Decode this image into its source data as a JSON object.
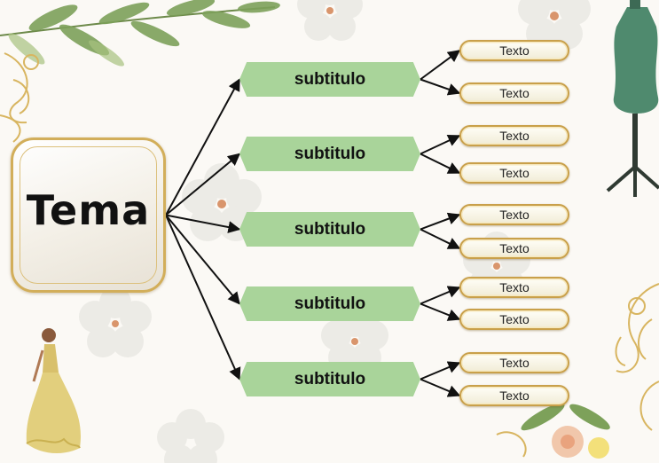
{
  "theme": {
    "label": "Tema"
  },
  "branches": [
    {
      "subtitle": "subtitulo",
      "texts": [
        "Texto",
        "Texto"
      ]
    },
    {
      "subtitle": "subtitulo",
      "texts": [
        "Texto",
        "Texto"
      ]
    },
    {
      "subtitle": "subtitulo",
      "texts": [
        "Texto",
        "Texto"
      ]
    },
    {
      "subtitle": "subtitulo",
      "texts": [
        "Texto",
        "Texto"
      ]
    },
    {
      "subtitle": "subtitulo",
      "texts": [
        "Texto",
        "Texto"
      ]
    }
  ],
  "colors": {
    "subtitle_fill": "#a9d49a",
    "gold_border": "#c9a04a",
    "arrow": "#111111",
    "mannequin": "#4f8a6e"
  },
  "decorations": [
    "leaf-branch",
    "gold-swirl",
    "daisy-flower",
    "dress-mannequin",
    "fashion-model",
    "flower-bouquet"
  ]
}
